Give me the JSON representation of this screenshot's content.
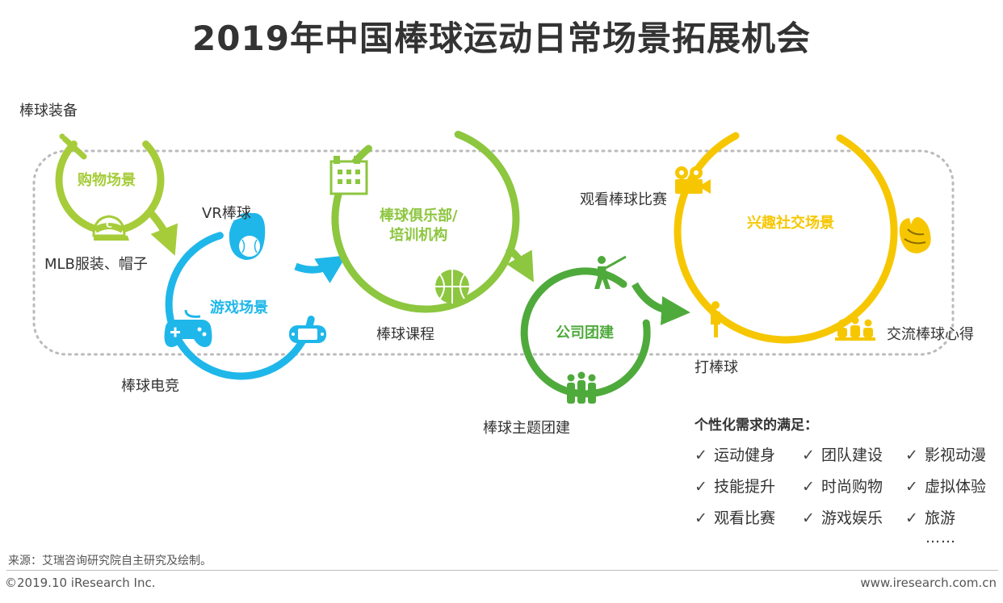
{
  "title": "2019年中国棒球运动日常场景拓展机会",
  "colors": {
    "shopping": "#a6cc3a",
    "game": "#1fb7ea",
    "club": "#8dc63f",
    "team": "#4faa3c",
    "social": "#f6c700",
    "dotted": "#bbbbbb"
  },
  "icons": {
    "bat": "baseball-bat-icon",
    "cap": "baseball-cap-icon",
    "vr": "vr-ball-icon",
    "controller": "game-controller-icon",
    "handheld": "handheld-console-icon",
    "building": "building-icon",
    "basketball": "ball-icon",
    "batter": "batter-icon",
    "group": "group-people-icon",
    "camera": "movie-camera-icon",
    "glove": "baseball-glove-icon",
    "player": "player-icon",
    "meeting": "meeting-people-icon"
  },
  "scenes": {
    "shopping": {
      "name": "购物场景",
      "items": [
        "棒球装备",
        "MLB服装、帽子"
      ]
    },
    "game": {
      "name": "游戏场景",
      "items": [
        "VR棒球",
        "棒球电竞"
      ]
    },
    "club": {
      "name_line1": "棒球俱乐部/",
      "name_line2": "培训机构",
      "items": [
        "棒球课程"
      ]
    },
    "team": {
      "name": "公司团建",
      "items": [
        "棒球主题团建"
      ]
    },
    "social": {
      "name": "兴趣社交场景",
      "items": [
        "观看棒球比赛",
        "打棒球",
        "交流棒球心得"
      ]
    }
  },
  "needs": {
    "title": "个性化需求的满足：",
    "check_mark": "✓",
    "items": [
      "运动健身",
      "团队建设",
      "影视动漫",
      "技能提升",
      "时尚购物",
      "虚拟体验",
      "观看比赛",
      "游戏娱乐",
      "旅游"
    ],
    "more": "……"
  },
  "footer": {
    "source": "来源：艾瑞咨询研究院自主研究及绘制。",
    "copyright": "©2019.10 iResearch Inc.",
    "website": "www.iresearch.com.cn"
  }
}
